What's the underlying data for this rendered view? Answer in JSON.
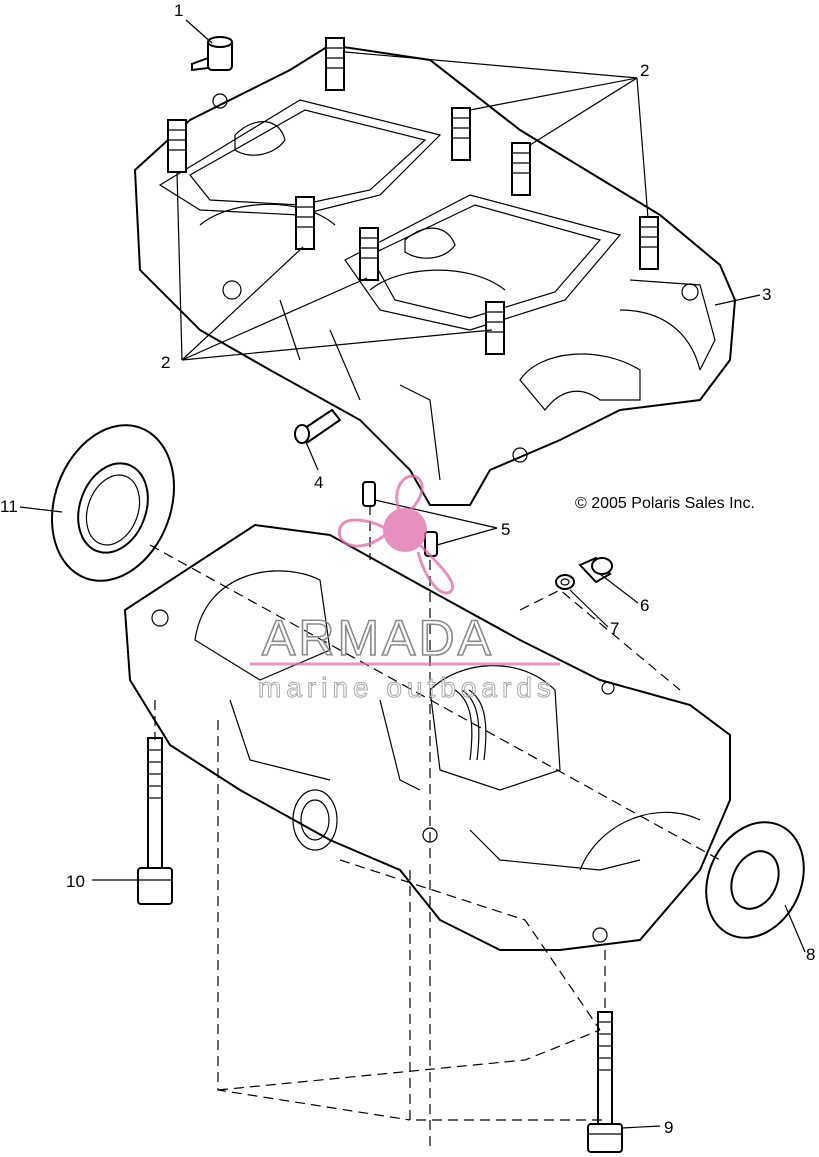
{
  "copyright": "© 2005 Polaris Sales Inc.",
  "watermark": {
    "brand": "ARMADA",
    "tagline": "marine outboards",
    "logo_color": "#e06aa8",
    "text_color": "#8a8a8a"
  },
  "callouts": {
    "c1": "1",
    "c2_top": "2",
    "c2_bottom": "2",
    "c3": "3",
    "c4": "4",
    "c5": "5",
    "c6": "6",
    "c7": "7",
    "c8": "8",
    "c9": "9",
    "c10": "10",
    "c11": "11"
  }
}
